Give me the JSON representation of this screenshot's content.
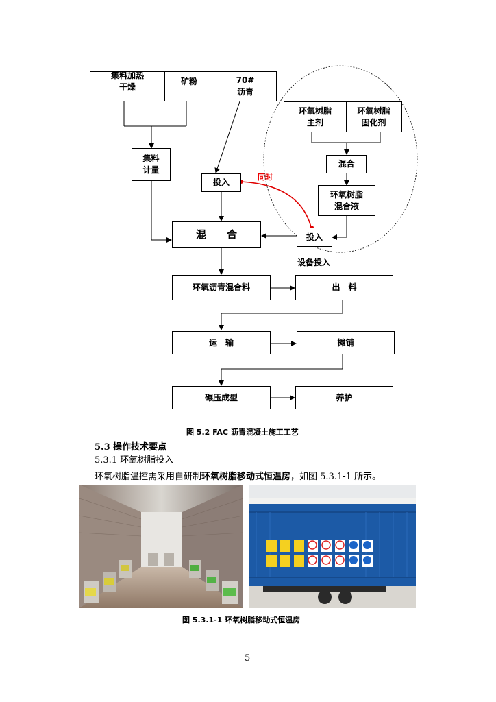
{
  "flowchart": {
    "top_row": {
      "heat_dry": "集料加热\n干燥",
      "mineral_powder": "矿粉",
      "asphalt_line1": "70#",
      "asphalt_line2": "沥青"
    },
    "aggregate_measure": "集料\n计量",
    "feed_left": "投入",
    "simultaneous": "同时",
    "epoxy_main_1": "环氧树脂",
    "epoxy_main_2": "主剂",
    "epoxy_cure_1": "环氧树脂",
    "epoxy_cure_2": "固化剂",
    "mix_small": "混合",
    "epoxy_mix_liquid_1": "环氧树脂",
    "epoxy_mix_liquid_2": "混合液",
    "feed_right": "投入",
    "device_feed": "设备投入",
    "mix_main": "混　　合",
    "epoxy_asphalt_mix": "环氧沥青混合料",
    "discharge": "出　料",
    "transport": "运　输",
    "paving": "摊铺",
    "rolling": "碾压成型",
    "curing": "养护"
  },
  "figure_caption": "图 5.2  FAC 沥青混凝土施工工艺",
  "section_heading": "5.3 操作技术要点",
  "subsection": "5.3.1 环氧树脂投入",
  "paragraph": {
    "before": "环氧树脂温控需采用自研制",
    "bold": "环氧树脂移动式恒温房",
    "after": "，如图 5.3.1-1 所示。"
  },
  "photo_caption": "图 5.3.1-1  环氧树脂移动式恒温房",
  "page_number": "5",
  "colors": {
    "red_line": "#e00000",
    "container_blue": "#1c5aa6"
  }
}
